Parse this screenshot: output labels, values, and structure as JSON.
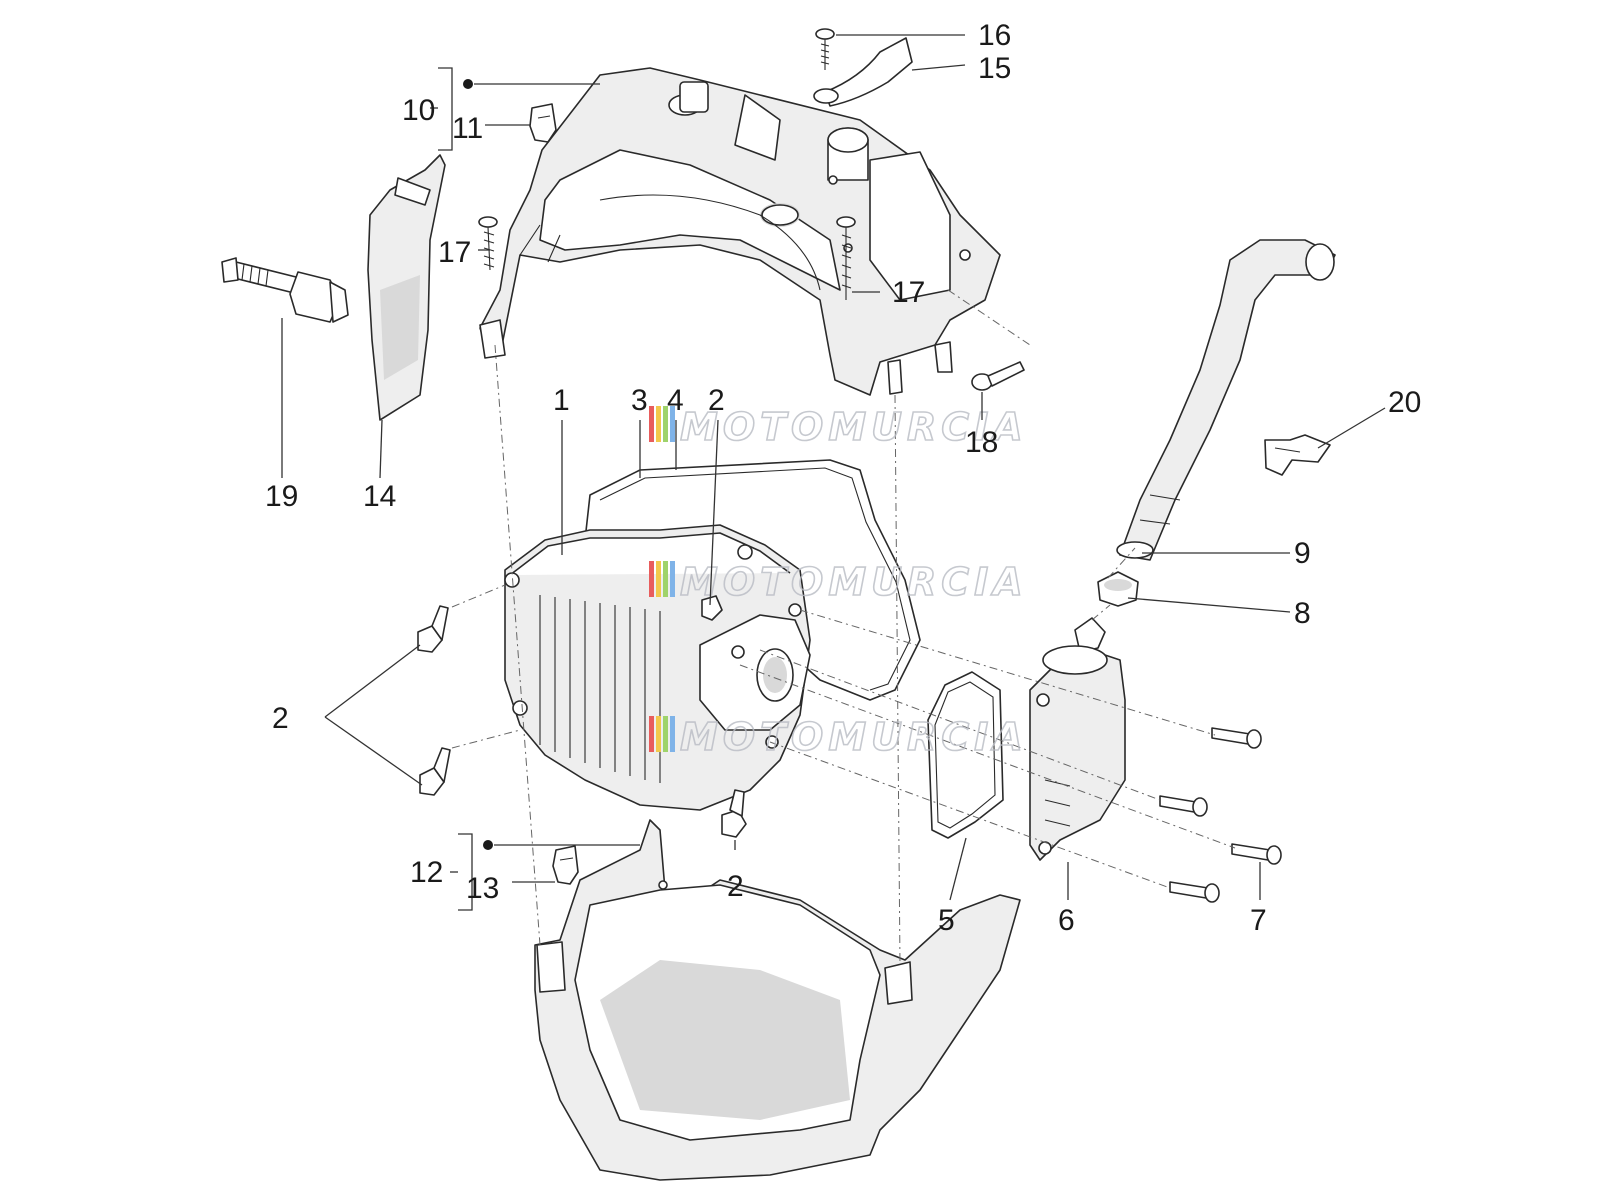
{
  "watermark": {
    "text": "MOTOMURCIA",
    "stripe_colors": [
      "#e85d5d",
      "#f2c94c",
      "#9fd36b",
      "#7fb3e8"
    ]
  },
  "callouts": {
    "c1": "1",
    "c2a": "2",
    "c2b": "2",
    "c2c": "2",
    "c3": "3",
    "c4": "4",
    "c5": "5",
    "c6": "6",
    "c7": "7",
    "c8": "8",
    "c9": "9",
    "c10": "10",
    "c11": "11",
    "c12": "12",
    "c13": "13",
    "c14": "14",
    "c15": "15",
    "c16": "16",
    "c17a": "17",
    "c17b": "17",
    "c18": "18",
    "c19": "19",
    "c20": "20"
  }
}
